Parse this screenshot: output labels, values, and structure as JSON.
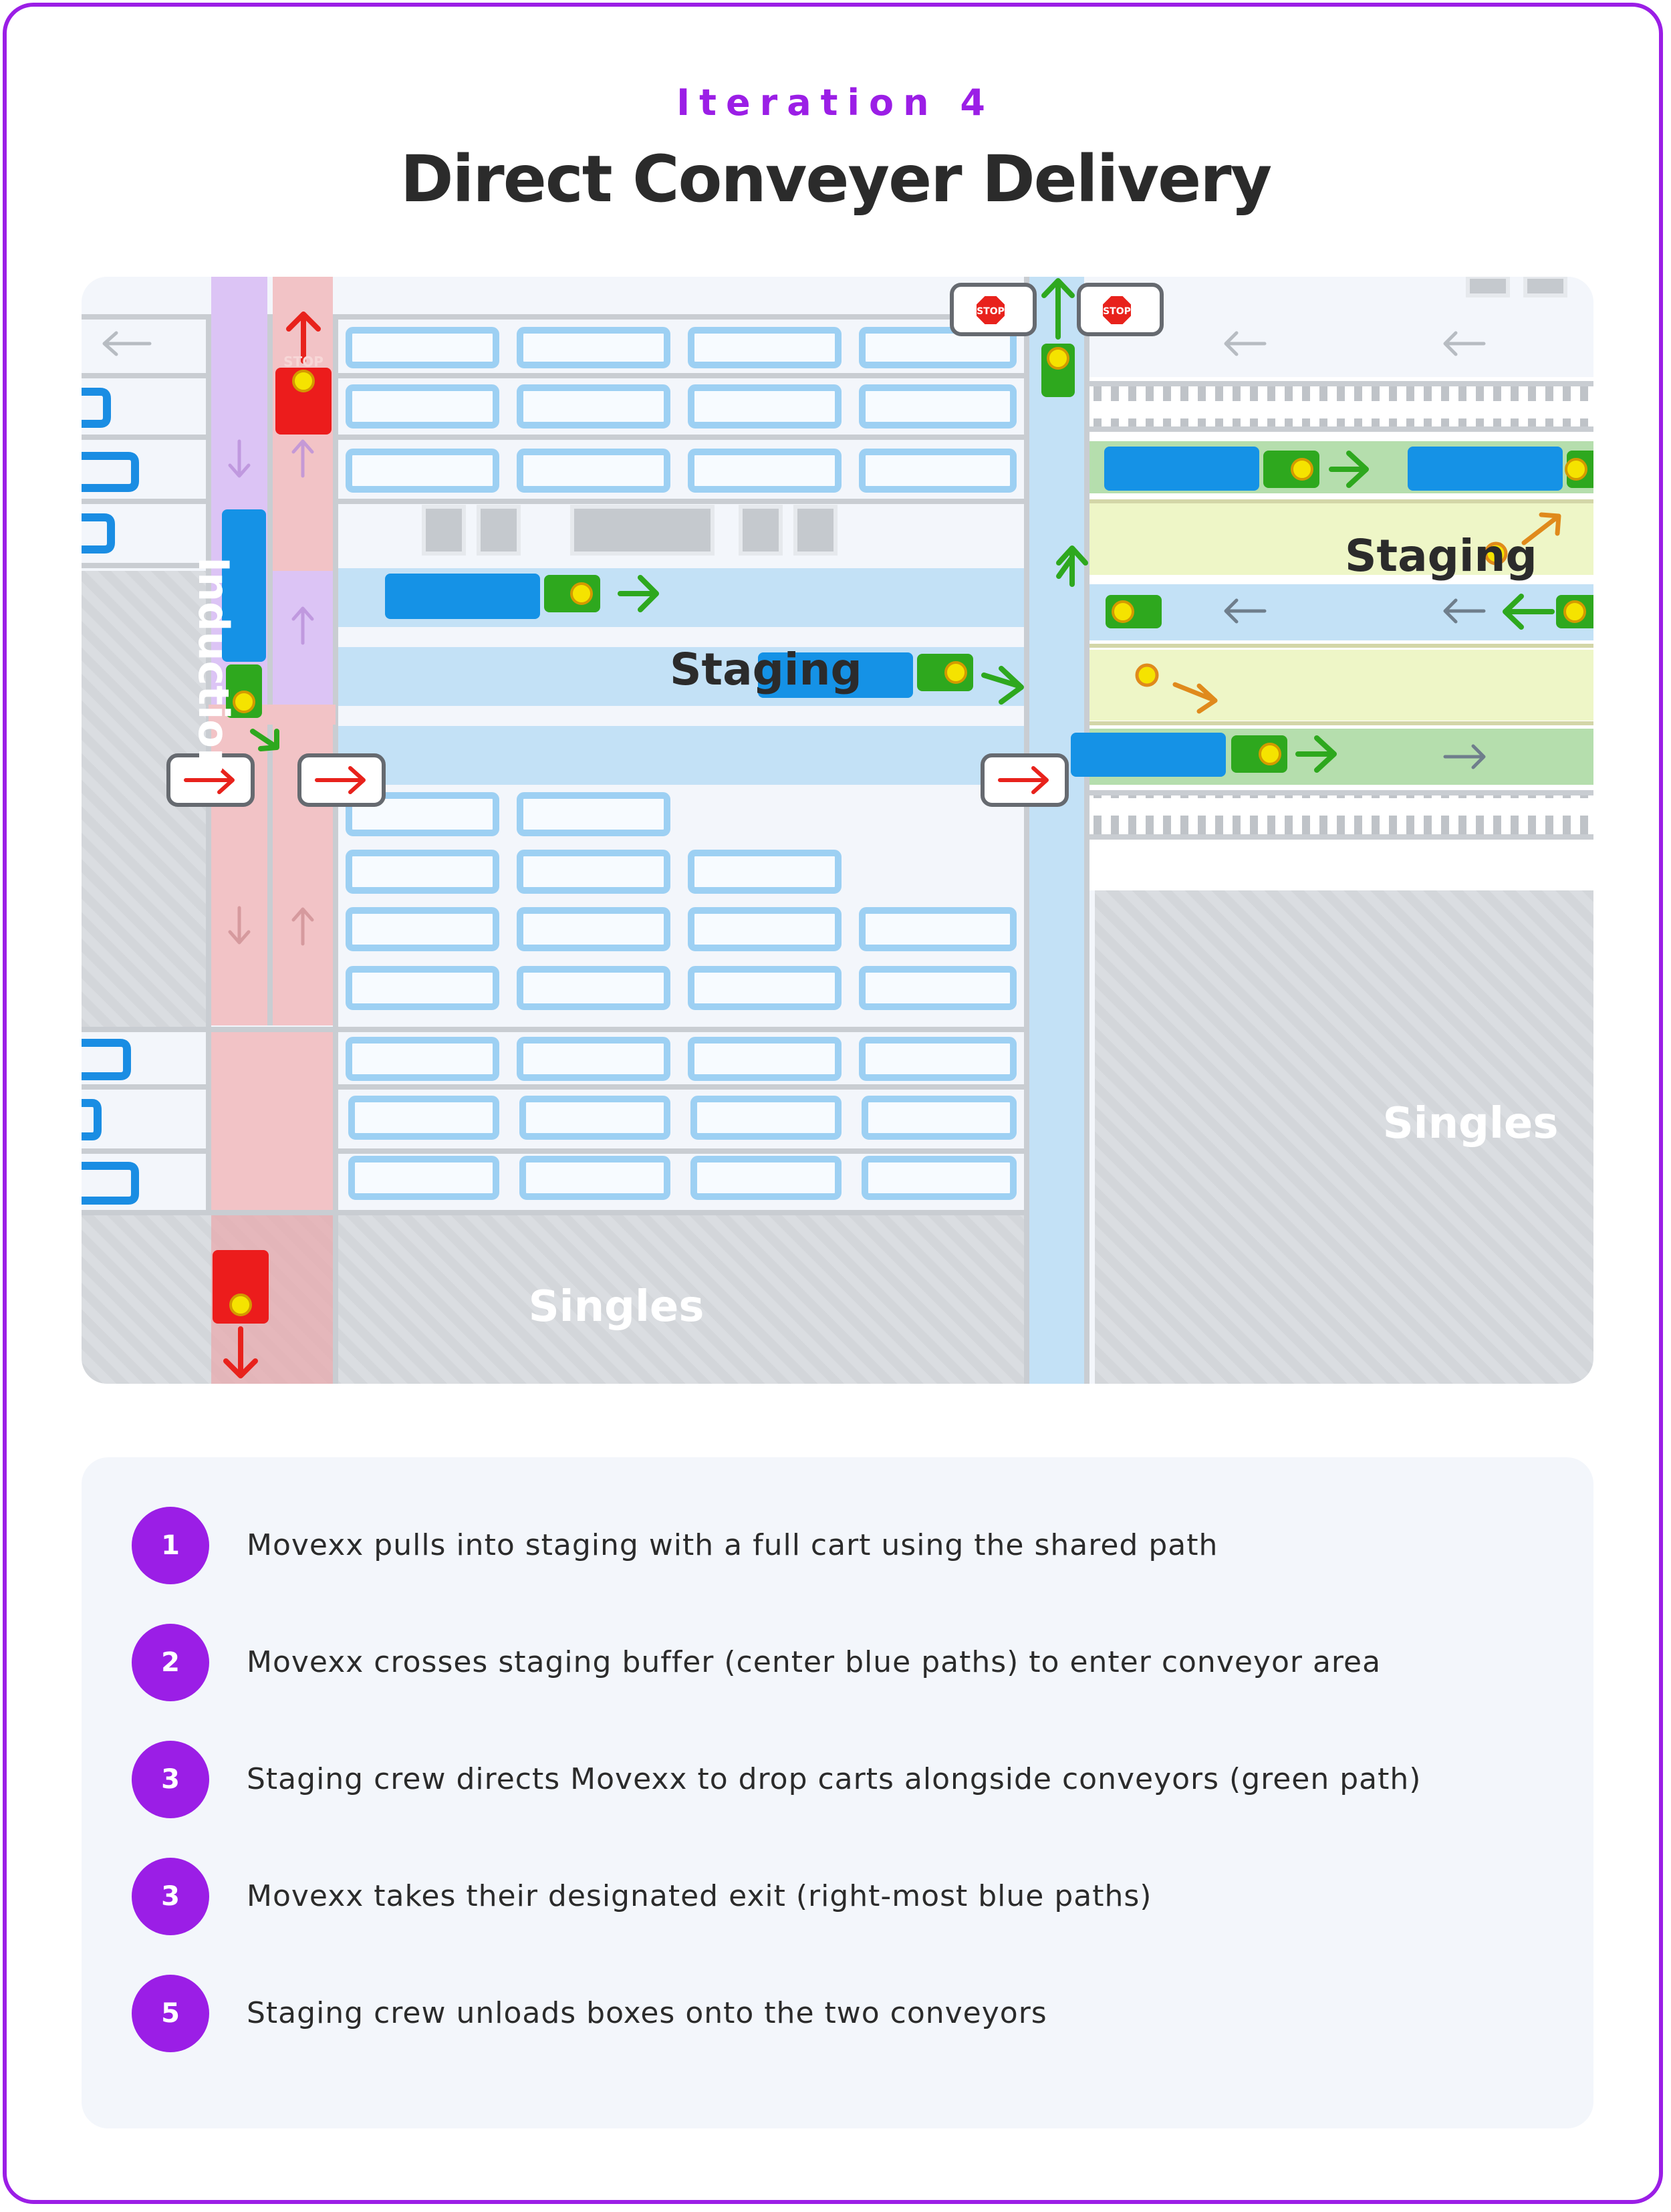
{
  "header": {
    "kicker": "Iteration 4",
    "title": "Direct Conveyer Delivery"
  },
  "diagram": {
    "labels": {
      "staging_center": "Staging",
      "staging_right": "Staging",
      "induction": "Induction",
      "singles_left": "Singles",
      "singles_right": "Singles",
      "stop_sign": "STOP"
    },
    "colors": {
      "accent_purple": "#9b1ee6",
      "path_blue": "#c6e2f7",
      "movexx_blue": "#1592e6",
      "cart_green": "#2ea81e",
      "shared_path_pink": "#f5c4c4",
      "shared_path_purple": "#dcc4f5",
      "conveyor_green": "#b7dfae",
      "staging_yellow": "#eef5c6",
      "stop_red": "#e8221c",
      "arrow_orange": "#e8901c"
    }
  },
  "legend": {
    "steps": [
      {
        "num": "1",
        "text": "Movexx pulls into staging with a full cart using the shared path"
      },
      {
        "num": "2",
        "text": "Movexx crosses staging buffer (center blue paths) to enter conveyor area"
      },
      {
        "num": "3",
        "text": "Staging crew directs Movexx to drop carts alongside conveyors (green path)"
      },
      {
        "num": "3",
        "text": "Movexx takes their designated exit (right-most blue paths)"
      },
      {
        "num": "5",
        "text": "Staging crew unloads boxes onto the two conveyors"
      }
    ]
  }
}
